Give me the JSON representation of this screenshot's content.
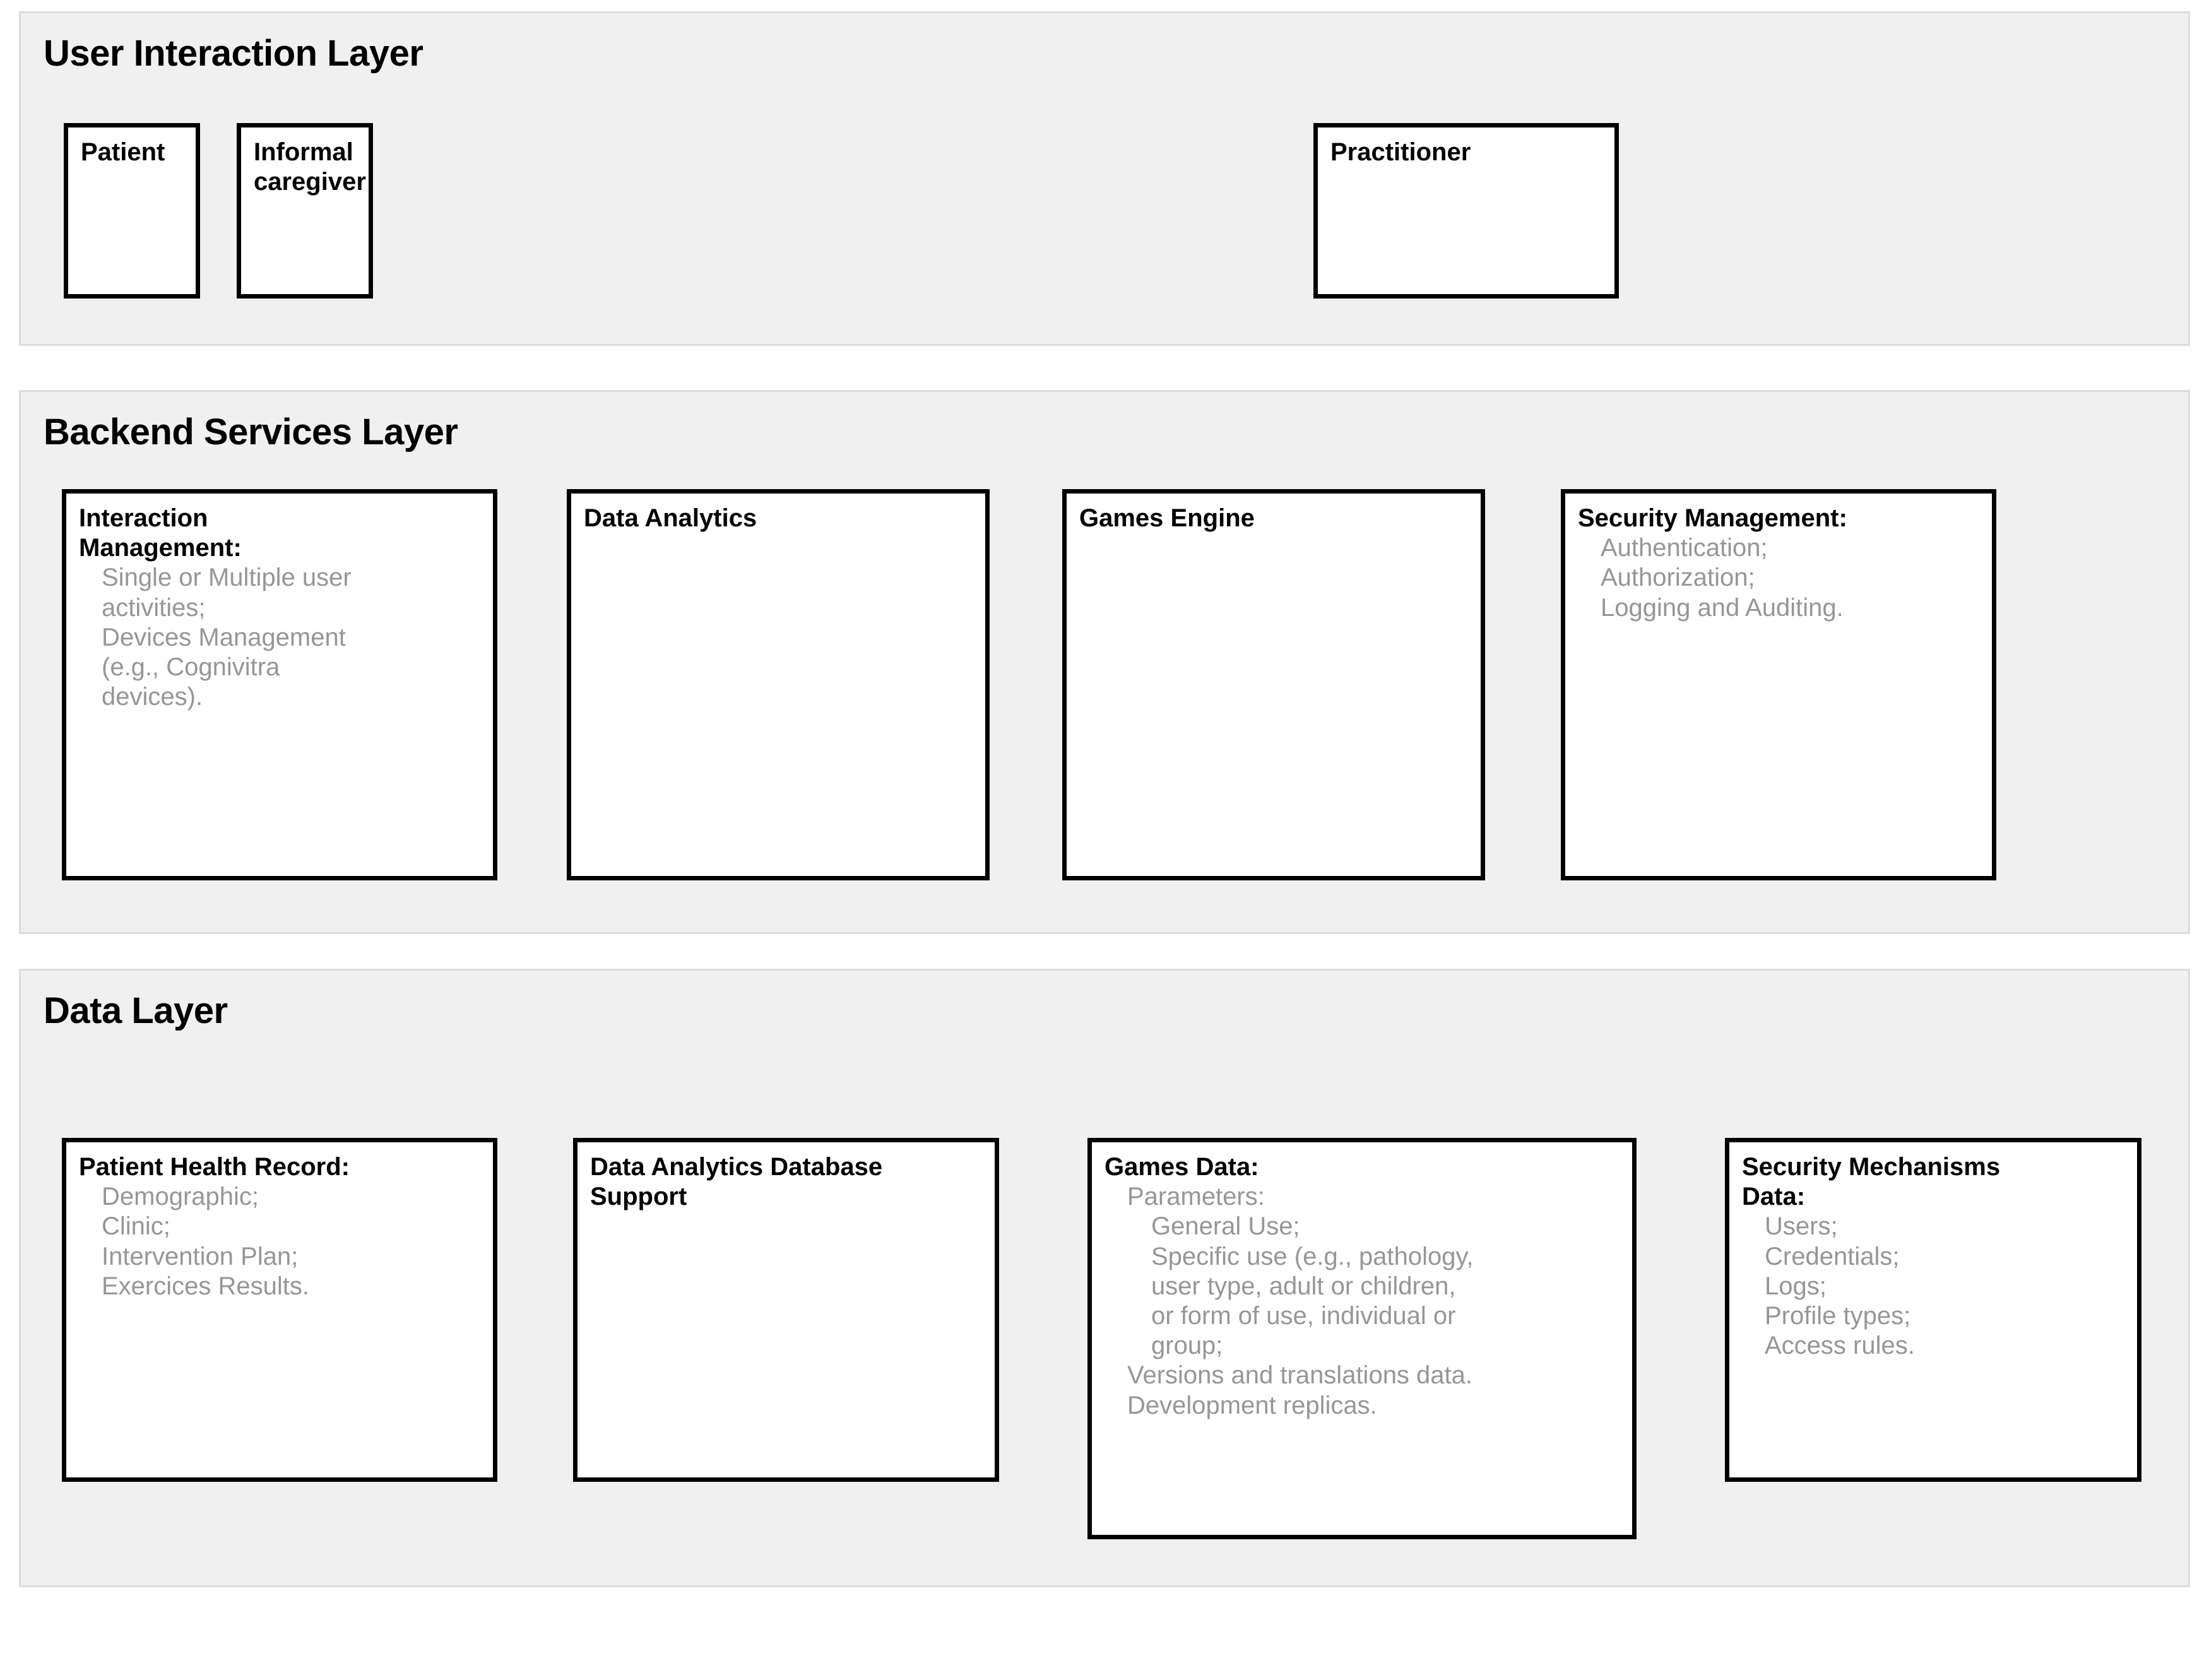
{
  "diagram": {
    "type": "layered-architecture",
    "colors": {
      "layer_background": "#f0f0f0",
      "layer_border": "#dcdcdc",
      "node_background": "#ffffff",
      "node_border": "#000000",
      "title_text": "#000000",
      "detail_text": "#969696"
    }
  },
  "layers": [
    {
      "id": "user-interaction",
      "title": "User Interaction Layer",
      "nodes": [
        {
          "id": "patient",
          "title": "Patient",
          "lines": []
        },
        {
          "id": "caregiver",
          "title": "Informal\ncaregiver",
          "lines": []
        },
        {
          "id": "practitioner",
          "title": "Practitioner",
          "lines": []
        }
      ]
    },
    {
      "id": "backend-services",
      "title": "Backend Services Layer",
      "nodes": [
        {
          "id": "interaction-management",
          "title": "Interaction\nManagement:",
          "lines": [
            {
              "indent": 1,
              "text": "Single or Multiple user"
            },
            {
              "indent": 1,
              "text": "activities;"
            },
            {
              "indent": 1,
              "text": "Devices Management"
            },
            {
              "indent": 1,
              "text": "(e.g., Cognivitra"
            },
            {
              "indent": 1,
              "text": "devices)."
            }
          ]
        },
        {
          "id": "data-analytics",
          "title": "Data Analytics",
          "lines": []
        },
        {
          "id": "games-engine",
          "title": "Games Engine",
          "lines": []
        },
        {
          "id": "security-management",
          "title": "Security Management:",
          "lines": [
            {
              "indent": 1,
              "text": "Authentication;"
            },
            {
              "indent": 1,
              "text": "Authorization;"
            },
            {
              "indent": 1,
              "text": "Logging and Auditing."
            }
          ]
        }
      ]
    },
    {
      "id": "data",
      "title": "Data Layer",
      "nodes": [
        {
          "id": "patient-health-record",
          "title": "Patient Health Record:",
          "lines": [
            {
              "indent": 1,
              "text": "Demographic;"
            },
            {
              "indent": 1,
              "text": "Clinic;"
            },
            {
              "indent": 1,
              "text": "Intervention Plan;"
            },
            {
              "indent": 1,
              "text": "Exercices Results."
            }
          ]
        },
        {
          "id": "data-analytics-database-support",
          "title": "Data Analytics Database\nSupport",
          "lines": []
        },
        {
          "id": "games-data",
          "title": "Games Data:",
          "lines": [
            {
              "indent": 1,
              "text": "Parameters:"
            },
            {
              "indent": 2,
              "text": "General Use;"
            },
            {
              "indent": 2,
              "text": "Specific use (e.g., pathology,"
            },
            {
              "indent": 2,
              "text": "user type, adult or children,"
            },
            {
              "indent": 2,
              "text": "or form of use, individual or"
            },
            {
              "indent": 2,
              "text": "group;"
            },
            {
              "indent": 1,
              "text": "Versions and translations data."
            },
            {
              "indent": 1,
              "text": "Development replicas."
            }
          ]
        },
        {
          "id": "security-mechanisms-data",
          "title": "Security Mechanisms\nData:",
          "lines": [
            {
              "indent": 1,
              "text": "Users;"
            },
            {
              "indent": 1,
              "text": "Credentials;"
            },
            {
              "indent": 1,
              "text": "Logs;"
            },
            {
              "indent": 1,
              "text": "Profile types;"
            },
            {
              "indent": 1,
              "text": "Access rules."
            }
          ]
        }
      ]
    }
  ]
}
